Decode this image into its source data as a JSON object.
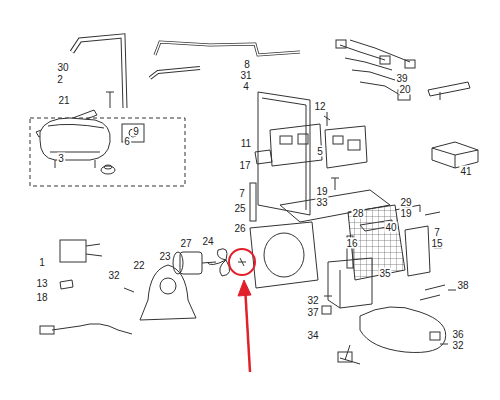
{
  "diagram": {
    "labels": [
      "30",
      "2",
      "8",
      "31",
      "4",
      "21",
      "12",
      "39",
      "20",
      "9",
      "6",
      "3",
      "11",
      "5",
      "17",
      "19",
      "41",
      "33",
      "7",
      "29",
      "19",
      "25",
      "26",
      "28",
      "24",
      "27",
      "16",
      "40",
      "7",
      "15",
      "1",
      "23",
      "22",
      "13",
      "32",
      "35",
      "18",
      "38",
      "32",
      "37",
      "34",
      "36",
      "32"
    ]
  }
}
